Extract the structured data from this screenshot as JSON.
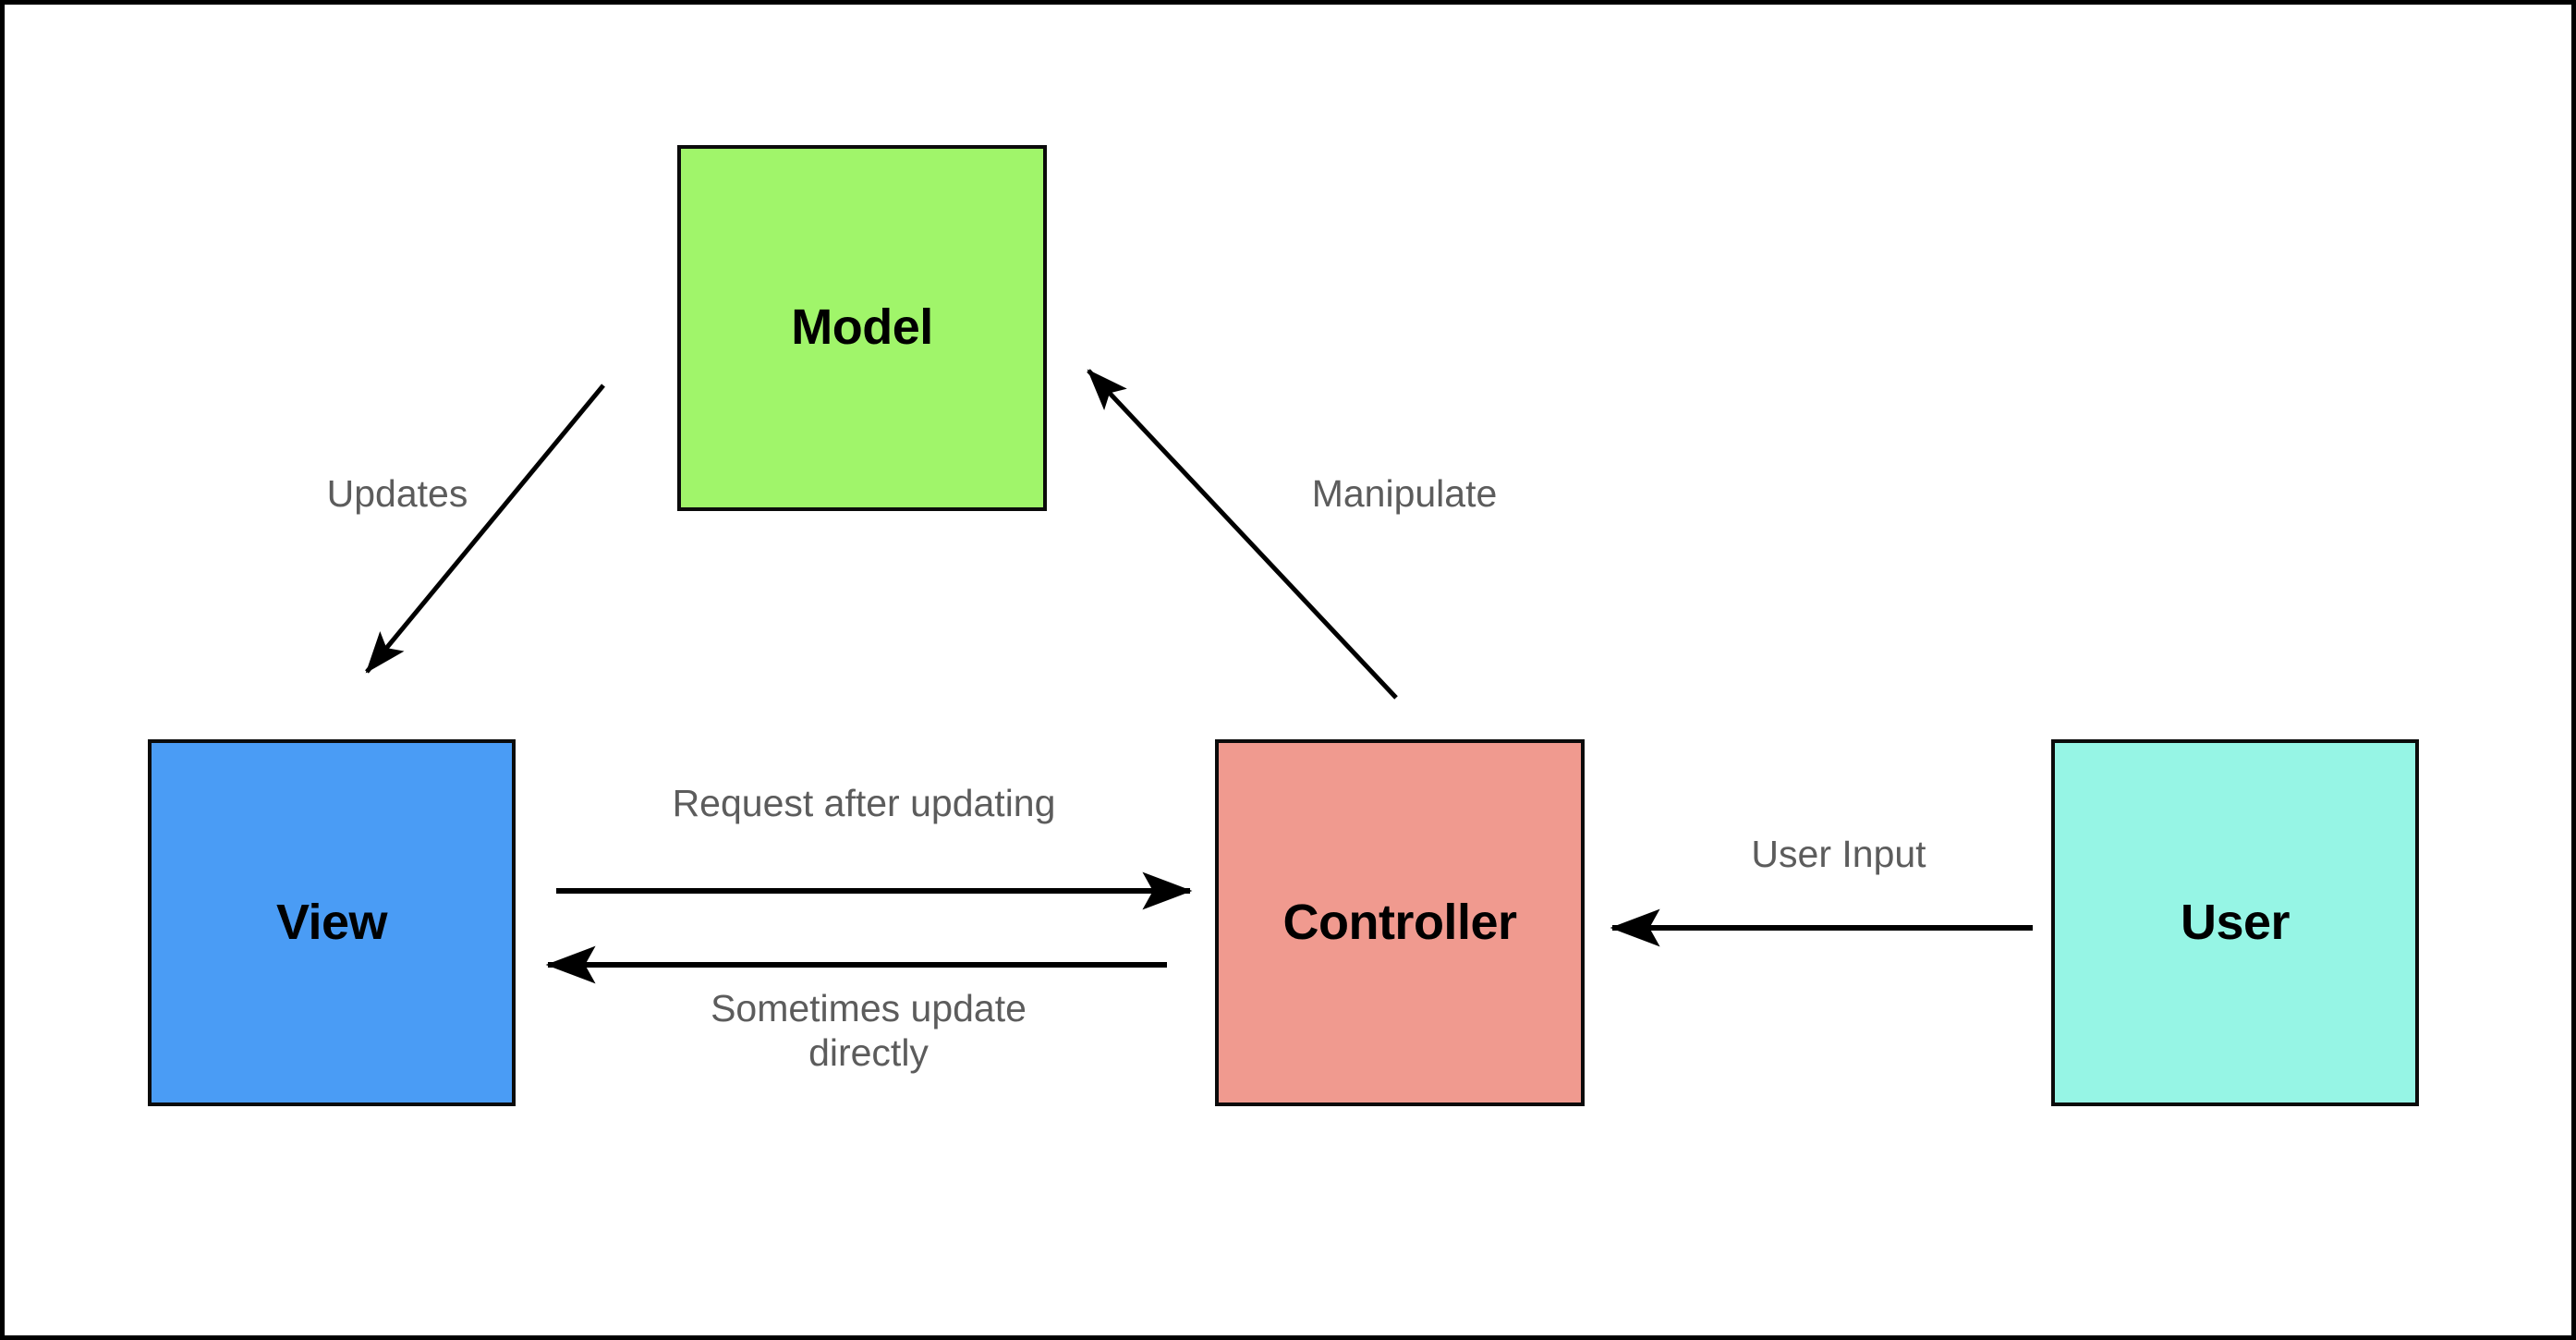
{
  "diagram": {
    "title": "Model View Controller architecture flow",
    "background_color": "#ffffff",
    "border_color": "#000000",
    "nodes": [
      {
        "id": "model",
        "label": "Model",
        "fill": "#a0f56a",
        "stroke": "#0b0b0b"
      },
      {
        "id": "view",
        "label": "View",
        "fill": "#4a9cf5",
        "stroke": "#0b0b0b"
      },
      {
        "id": "controller",
        "label": "Controller",
        "fill": "#f09a8f",
        "stroke": "#0b0b0b"
      },
      {
        "id": "user",
        "label": "User",
        "fill": "#96f5e5",
        "stroke": "#0b0b0b"
      }
    ],
    "edges": [
      {
        "id": "updates",
        "label": "Updates",
        "from": "model",
        "to": "view",
        "color": "#000000"
      },
      {
        "id": "manipulate",
        "label": "Manipulate",
        "from": "controller",
        "to": "model",
        "color": "#000000"
      },
      {
        "id": "request",
        "label": "Request after updating",
        "from": "view",
        "to": "controller",
        "color": "#000000"
      },
      {
        "id": "sometimes",
        "label": "Sometimes update\ndirectly",
        "from": "controller",
        "to": "view",
        "color": "#000000"
      },
      {
        "id": "userinput",
        "label": "User Input",
        "from": "user",
        "to": "controller",
        "color": "#000000"
      }
    ],
    "label_color": "#5c5c5c"
  }
}
